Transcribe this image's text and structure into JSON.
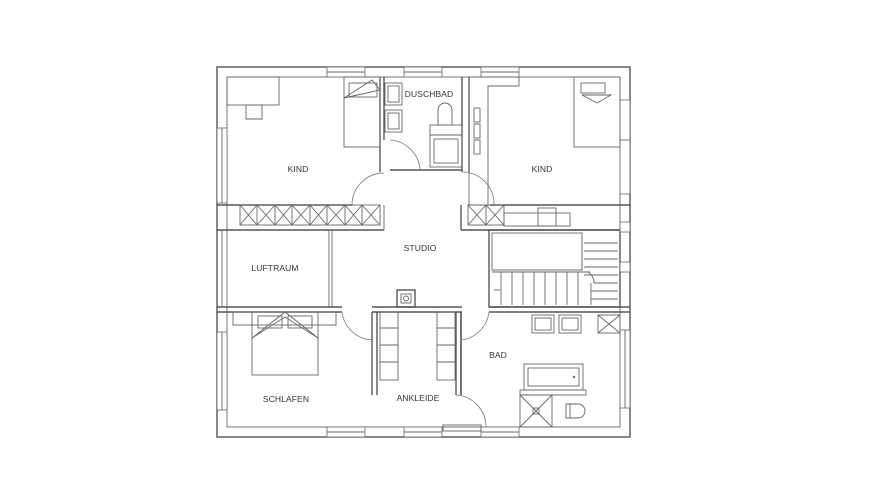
{
  "rooms": {
    "kind_left": "KIND",
    "duschbad": "DUSCHBAD",
    "kind_right": "KIND",
    "studio": "STUDIO",
    "luftraum": "LUFTRAUM",
    "bad": "BAD",
    "schlafen": "SCHLAFEN",
    "ankleide": "ANKLEIDE"
  },
  "colors": {
    "line": "#555555",
    "text": "#333333",
    "background": "#ffffff"
  }
}
